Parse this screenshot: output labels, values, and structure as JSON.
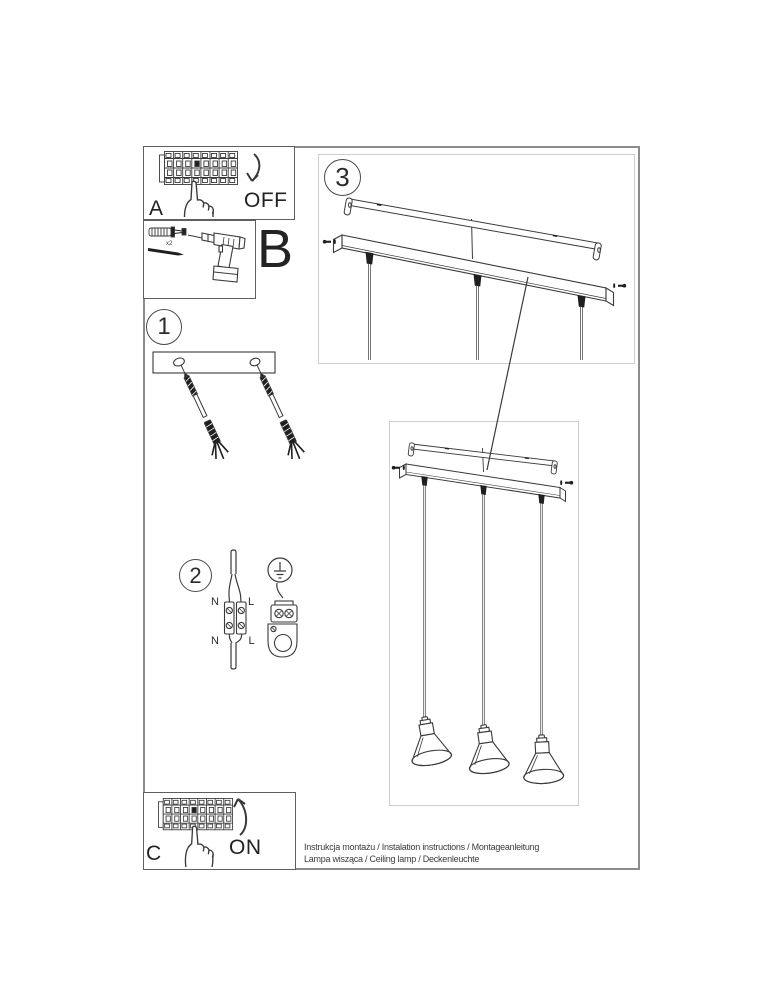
{
  "steps": {
    "power_off": {
      "label": "A",
      "switch_state": "OFF"
    },
    "tools": {
      "label": "B",
      "anchor_qty": "x2"
    },
    "mount_bracket": {
      "number": "1"
    },
    "wiring": {
      "number": "2",
      "terminal_labels": {
        "top_left": "N",
        "top_right": "L",
        "bottom_left": "N",
        "bottom_right": "L"
      }
    },
    "canopy": {
      "number": "3"
    },
    "power_on": {
      "label": "C",
      "switch_state": "ON"
    }
  },
  "footer": {
    "line1": "Instrukcja montażu / Instalation instructions / Montageanleitung",
    "line2": "Lampa wisząca / Ceiling lamp / Deckenleuchte"
  },
  "colors": {
    "background": "#ffffff",
    "line_art": "#3a3a3a",
    "dark_fill": "#1f1f1f",
    "page_border": "#8c8c8c",
    "step_box_border": "#5f5f5f",
    "detail_box_border": "#cecece"
  }
}
